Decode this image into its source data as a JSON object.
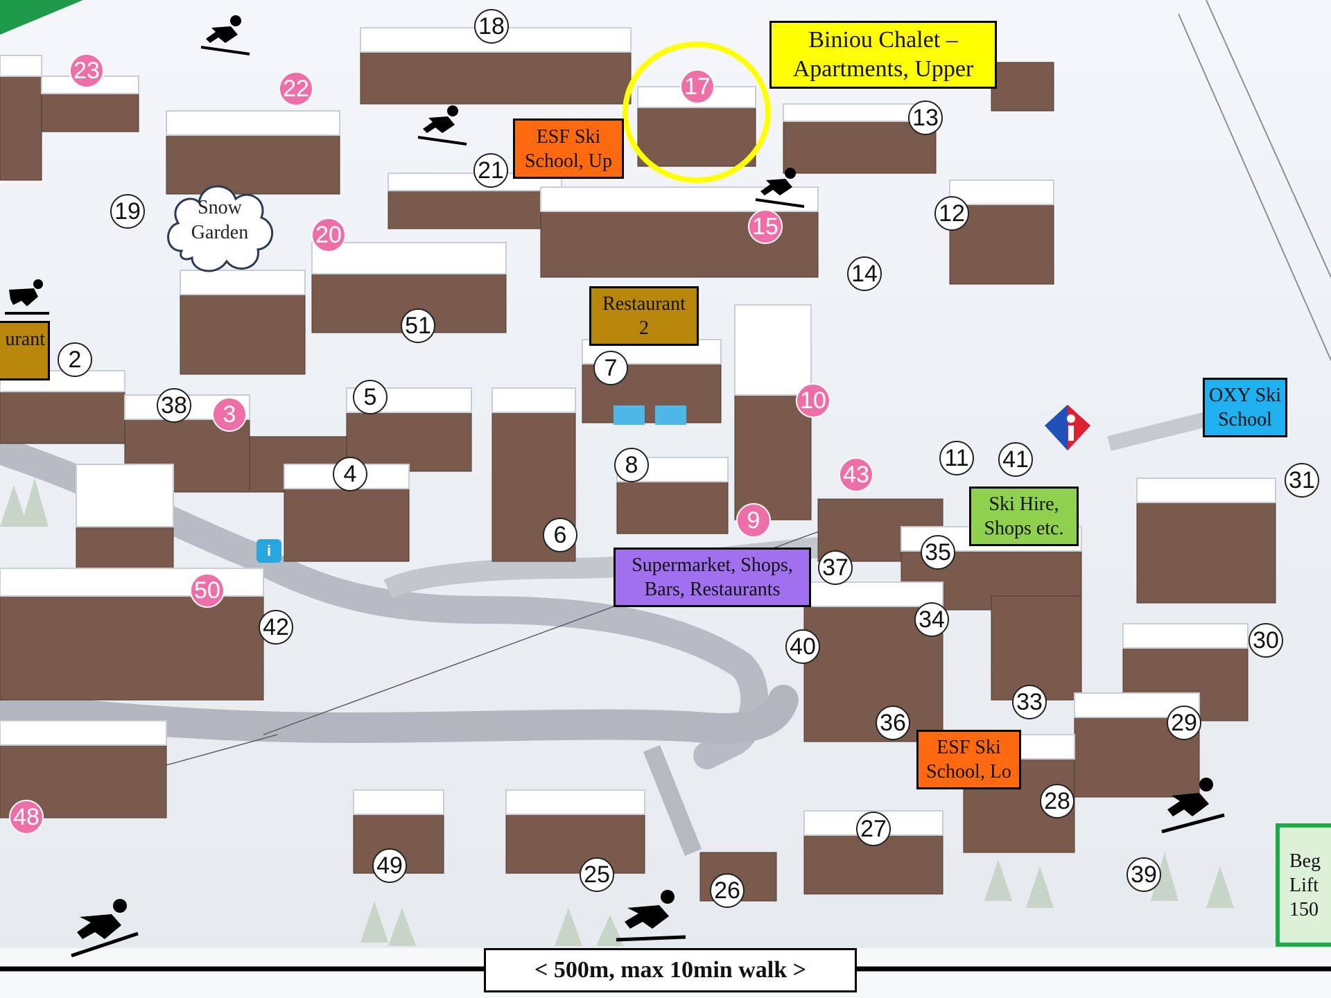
{
  "map": {
    "scale_label": "< 500m, max 10min walk >",
    "snow_garden": {
      "line1": "Snow",
      "line2": "Garden"
    },
    "labels": {
      "biniou": {
        "line1": "Biniou Chalet –",
        "line2": "Apartments, Upper",
        "color": "#ffff00"
      },
      "esf_up": {
        "line1": "ESF Ski",
        "line2": "School, Up",
        "color": "#ff6a10"
      },
      "restaurant2": {
        "line1": "Restaurant",
        "line2": "2",
        "color": "#b8860b"
      },
      "restaurant_left": {
        "line1": "urant",
        "color": "#b8860b"
      },
      "oxy": {
        "line1": "OXY Ski",
        "line2": "School",
        "color": "#1fb0f0"
      },
      "ski_hire": {
        "line1": "Ski Hire,",
        "line2": "Shops etc.",
        "color": "#8fd14f"
      },
      "supermarket": {
        "line1": "Supermarket, Shops,",
        "line2": "Bars, Restaurants",
        "color": "#a070ee"
      },
      "esf_lo": {
        "line1": "ESF Ski",
        "line2": "School, Lo",
        "color": "#ff6a10"
      },
      "beginner": {
        "line1": "Beg",
        "line2": "Lift",
        "line3": "150",
        "color": "#ddf0d8",
        "border": "#1faa4a"
      }
    },
    "highlight_color": "#ffff00",
    "markers": [
      {
        "num": "23",
        "style": "pink"
      },
      {
        "num": "22",
        "style": "pink"
      },
      {
        "num": "18",
        "style": "white"
      },
      {
        "num": "17",
        "style": "pink"
      },
      {
        "num": "13",
        "style": "white"
      },
      {
        "num": "21",
        "style": "white"
      },
      {
        "num": "19",
        "style": "white"
      },
      {
        "num": "20",
        "style": "pink"
      },
      {
        "num": "15",
        "style": "pink"
      },
      {
        "num": "12",
        "style": "white"
      },
      {
        "num": "14",
        "style": "white"
      },
      {
        "num": "51",
        "style": "white"
      },
      {
        "num": "2",
        "style": "white"
      },
      {
        "num": "7",
        "style": "white"
      },
      {
        "num": "38",
        "style": "white"
      },
      {
        "num": "3",
        "style": "pink"
      },
      {
        "num": "5",
        "style": "white"
      },
      {
        "num": "10",
        "style": "pink"
      },
      {
        "num": "4",
        "style": "white"
      },
      {
        "num": "8",
        "style": "white"
      },
      {
        "num": "11",
        "style": "white"
      },
      {
        "num": "41",
        "style": "white"
      },
      {
        "num": "43",
        "style": "pink"
      },
      {
        "num": "31",
        "style": "white"
      },
      {
        "num": "6",
        "style": "white"
      },
      {
        "num": "9",
        "style": "pink"
      },
      {
        "num": "35",
        "style": "white"
      },
      {
        "num": "37",
        "style": "white"
      },
      {
        "num": "50",
        "style": "pink"
      },
      {
        "num": "42",
        "style": "white"
      },
      {
        "num": "34",
        "style": "white"
      },
      {
        "num": "40",
        "style": "white"
      },
      {
        "num": "30",
        "style": "white"
      },
      {
        "num": "33",
        "style": "white"
      },
      {
        "num": "36",
        "style": "white"
      },
      {
        "num": "29",
        "style": "white"
      },
      {
        "num": "48",
        "style": "pink"
      },
      {
        "num": "28",
        "style": "white"
      },
      {
        "num": "27",
        "style": "white"
      },
      {
        "num": "49",
        "style": "white"
      },
      {
        "num": "25",
        "style": "white"
      },
      {
        "num": "26",
        "style": "white"
      },
      {
        "num": "39",
        "style": "white"
      }
    ],
    "icons": [
      "skier-icon",
      "ski-school-icon",
      "information-icon",
      "france-logo-icon"
    ]
  }
}
